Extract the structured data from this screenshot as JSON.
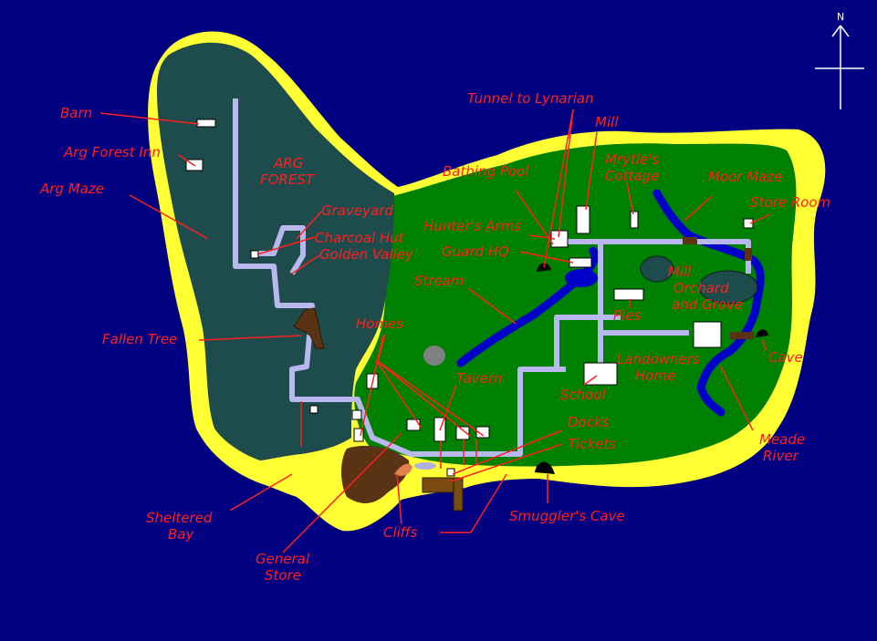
{
  "colors": {
    "sea": "#000080",
    "beach": "#ffff33",
    "forest": "#1e4b4b",
    "grassland": "#008000",
    "path": "#b8b8ee",
    "river": "#0000c8",
    "cliffs": "#5a3214",
    "label_red": "#ff2020",
    "label_dark": "#111111",
    "building": "#ffffff"
  },
  "compass": {
    "north": "N"
  },
  "forest_label": {
    "line1": "ARG",
    "line2": "FOREST"
  },
  "labels": {
    "barn": "Barn",
    "arg_forest_inn": "Arg Forest Inn",
    "arg_maze": "Arg Maze",
    "graveyard": "Graveyard",
    "charcoal_hut": "Charcoal Hut",
    "golden_valley": "Golden Valley",
    "fallen_tree": "Fallen Tree",
    "homes": "Homes",
    "tunnel": "Tunnel to Lynarian",
    "mill_top": "Mill",
    "mrytles_cottage_1": "Mrytle's",
    "mrytles_cottage_2": "Cottage",
    "bathing_pool": "Bathing Pool",
    "moor_maze": "Moor Maze",
    "store_room": "Store Room",
    "hunters_arms": "Hunter's Arms",
    "guard_hq": "Guard HQ",
    "stream": "Stream",
    "mill_mid": "Mill",
    "orchard_1": "Orchard",
    "orchard_2": "and Grove",
    "pies": "Pies",
    "landowners_1": "Landowners",
    "landowners_2": "Home",
    "cave": "Cave",
    "tavern": "Tavern",
    "school": "School",
    "docks": "Docks",
    "tickets": "Tickets",
    "meade_1": "Meade",
    "meade_2": "River",
    "sheltered_1": "Sheltered",
    "sheltered_2": "Bay",
    "general_1": "General",
    "general_2": "Store",
    "cliffs": "Cliffs",
    "smugglers_cave": "Smuggler's Cave"
  }
}
